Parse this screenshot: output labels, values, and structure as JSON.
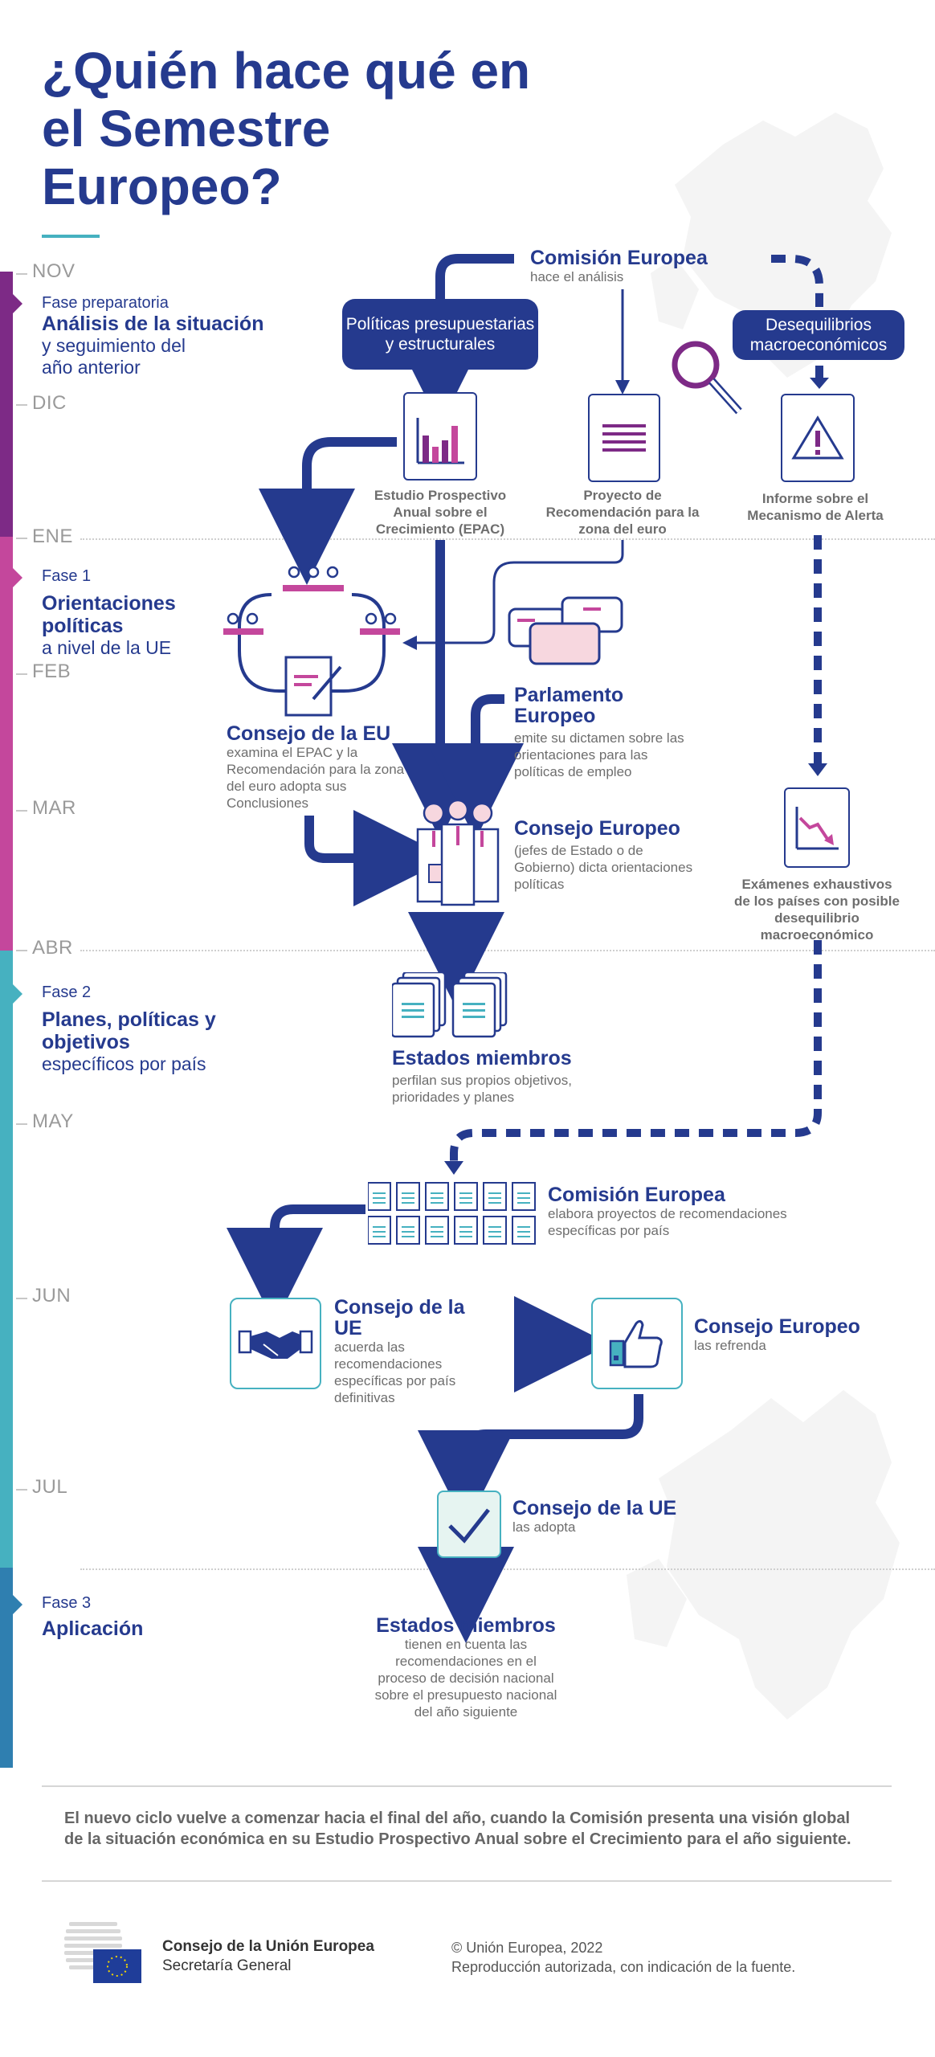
{
  "title": "¿Quién hace qué en el Semestre Europeo?",
  "months": [
    "NOV",
    "DIC",
    "ENE",
    "FEB",
    "MAR",
    "ABR",
    "MAY",
    "JUN",
    "JUL"
  ],
  "phases": {
    "prep": {
      "label": "Fase preparatoria",
      "title": "Análisis de la situación",
      "sub": "y seguimiento del año anterior"
    },
    "f1": {
      "label": "Fase 1",
      "title": "Orientaciones políticas",
      "sub": "a nivel de la UE"
    },
    "f2": {
      "label": "Fase 2",
      "title": "Planes, políticas y objetivos",
      "sub": "específicos por país"
    },
    "f3": {
      "label": "Fase 3",
      "title": "Aplicación"
    }
  },
  "colors": {
    "navy": "#253a8e",
    "purple": "#7d2a86",
    "magenta": "#c4479c",
    "teal": "#46b1c0",
    "blue": "#2f7fb0"
  },
  "flow": {
    "commission_top": {
      "title": "Comisión Europea",
      "desc": "hace el análisis"
    },
    "pill_policies": "Políticas presupuestarias y estructurales",
    "pill_imbalances": "Desequilibrios macroeconómicos",
    "epac": "Estudio Prospectivo Anual sobre el Crecimiento (EPAC)",
    "euro_rec": "Proyecto de Recomendación para la zona del euro",
    "alert": "Informe sobre el Mecanismo de Alerta",
    "council_eu": {
      "title": "Consejo de la EU",
      "desc": "examina el EPAC y la Recomendación para la zona del euro adopta sus Conclusiones"
    },
    "parliament": {
      "title": "Parlamento Europeo",
      "desc": "emite su dictamen sobre las orientaciones para las políticas de empleo"
    },
    "european_council": {
      "title": "Consejo Europeo",
      "desc": "(jefes de Estado o de Gobierno) dicta orientaciones políticas"
    },
    "in_depth": "Exámenes exhaustivos de los países con posible desequilibrio macroeconómico",
    "member_states": {
      "title": "Estados miembros",
      "desc": "perfilan sus propios objetivos, prioridades y planes"
    },
    "commission_csr": {
      "title": "Comisión Europea",
      "desc": "elabora proyectos de recomendaciones específicas por país"
    },
    "council_agrees": {
      "title": "Consejo de la UE",
      "desc": "acuerda las recomendaciones específicas por país definitivas"
    },
    "ec_endorse": {
      "title": "Consejo Europeo",
      "desc": "las refrenda"
    },
    "council_adopts": {
      "title": "Consejo de la UE",
      "desc": "las adopta"
    },
    "ms_final": {
      "title": "Estados miembros",
      "desc": "tienen en cuenta las recomendaciones en el proceso de decisión nacional sobre el presupuesto nacional del año siguiente"
    }
  },
  "footnote": "El nuevo ciclo vuelve a comenzar hacia el final del año, cuando la Comisión presenta una visión global de la situación económica en su Estudio Prospectivo Anual sobre el Crecimiento para el año siguiente.",
  "footer": {
    "org": "Consejo de la Unión Europea",
    "org_sub": "Secretaría General",
    "copyright": "© Unión Europea, 2022",
    "reproduction": "Reproducción autorizada, con indicación de la fuente."
  }
}
